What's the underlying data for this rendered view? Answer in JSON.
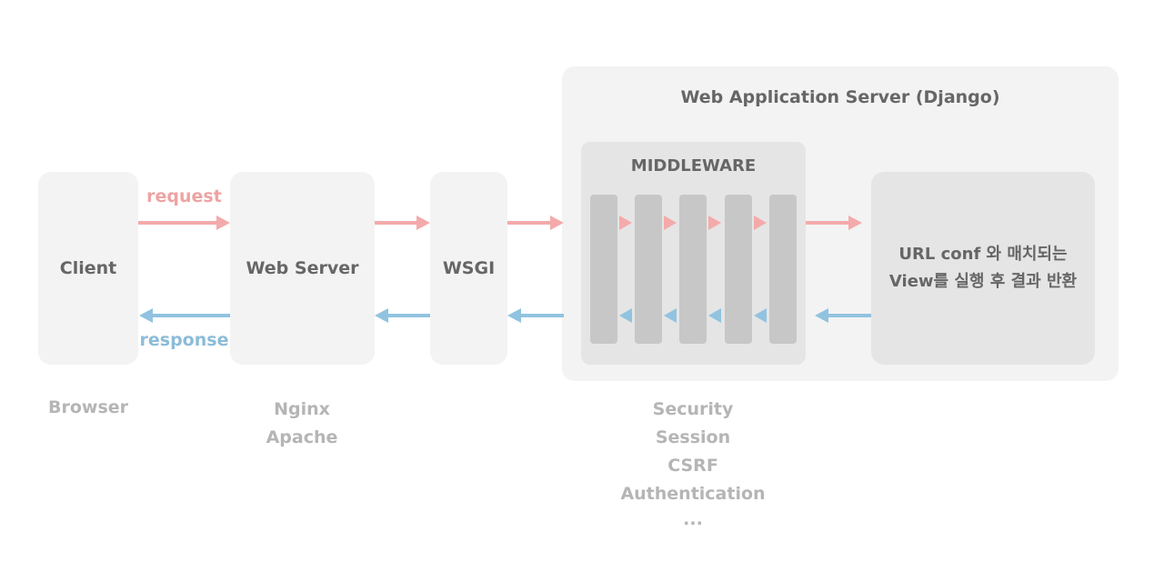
{
  "nodes": {
    "client": "Client",
    "web_server": "Web Server",
    "wsgi": "WSGI",
    "was_title": "Web Application Server (Django)",
    "middleware_title": "MIDDLEWARE",
    "view_line1": "URL conf 와 매치되는",
    "view_line2": "View를 실행 후 결과 반환"
  },
  "labels": {
    "request": "request",
    "response": "response"
  },
  "examples": {
    "client": [
      "Browser"
    ],
    "web_server": [
      "Nginx",
      "Apache"
    ],
    "middleware": [
      "Security",
      "Session",
      "CSRF",
      "Authentication",
      "..."
    ]
  },
  "colors": {
    "request": "#f4aaaa",
    "response": "#91c3e0",
    "box": "#f3f3f3",
    "inner_box": "#e5e5e5",
    "bar": "#c7c7c7"
  }
}
